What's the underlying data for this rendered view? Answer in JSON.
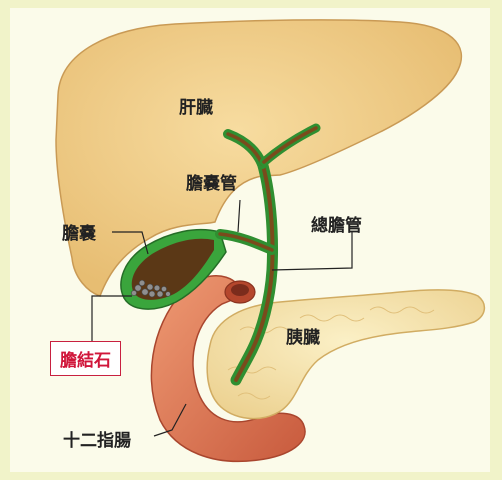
{
  "labels": {
    "liver": "肝臓",
    "cystic_duct": "膽嚢管",
    "common_bile_duct": "總膽管",
    "gallbladder": "膽嚢",
    "gallstones": "膽結石",
    "pancreas": "胰臓",
    "duodenum": "十二指腸"
  },
  "colors": {
    "background": "#f1f3c9",
    "liver": "#f0cf8c",
    "bile_duct": "#3aa53c",
    "pancreas": "#f5e2a8",
    "duodenum": "#e27a55",
    "stone_label": "#d0163a"
  }
}
